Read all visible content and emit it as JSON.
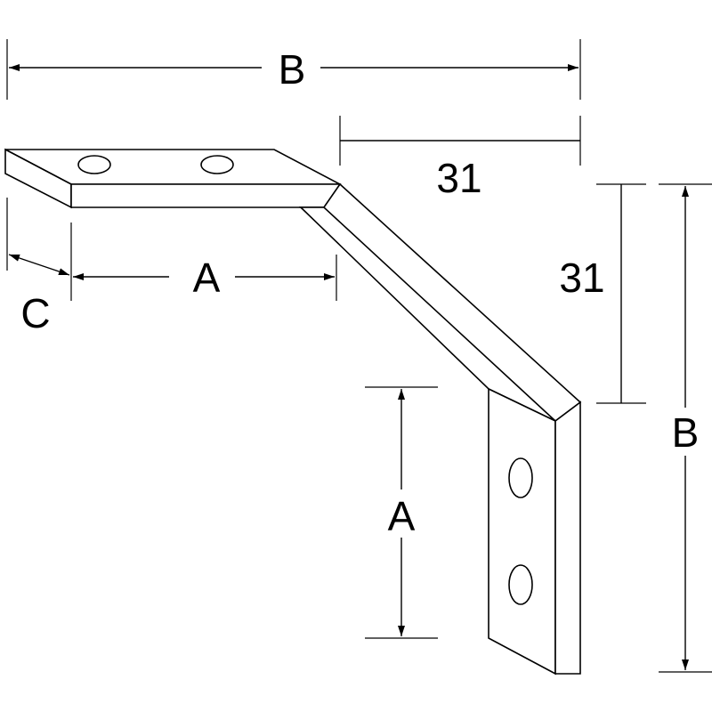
{
  "labels": {
    "overall_top": "B",
    "overall_right": "B",
    "offset_top": "31",
    "offset_right": "31",
    "leg_horizontal": "A",
    "leg_vertical": "A",
    "thickness": "C"
  },
  "colors": {
    "line": "#000000",
    "background": "#ffffff"
  }
}
